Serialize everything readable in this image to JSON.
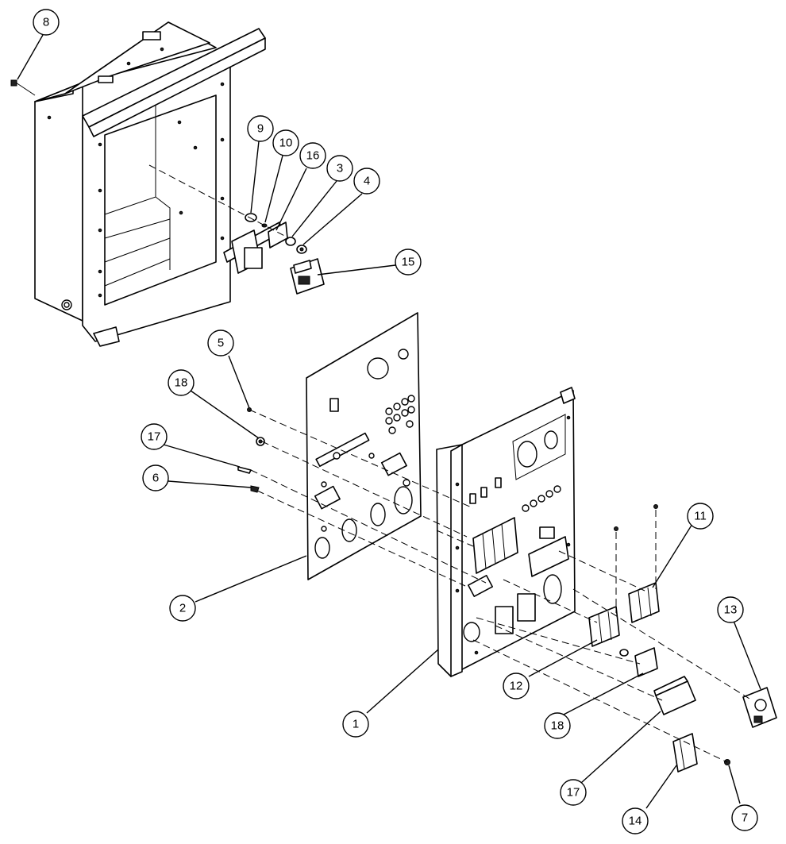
{
  "callouts": [
    {
      "id": "c8",
      "label": "8"
    },
    {
      "id": "c9",
      "label": "9"
    },
    {
      "id": "c10",
      "label": "10"
    },
    {
      "id": "c16",
      "label": "16"
    },
    {
      "id": "c3",
      "label": "3"
    },
    {
      "id": "c4",
      "label": "4"
    },
    {
      "id": "c15",
      "label": "15"
    },
    {
      "id": "c5",
      "label": "5"
    },
    {
      "id": "c18a",
      "label": "18"
    },
    {
      "id": "c17a",
      "label": "17"
    },
    {
      "id": "c6",
      "label": "6"
    },
    {
      "id": "c2",
      "label": "2"
    },
    {
      "id": "c11",
      "label": "11"
    },
    {
      "id": "c13",
      "label": "13"
    },
    {
      "id": "c12",
      "label": "12"
    },
    {
      "id": "c18b",
      "label": "18"
    },
    {
      "id": "c1",
      "label": "1"
    },
    {
      "id": "c17b",
      "label": "17"
    },
    {
      "id": "c14",
      "label": "14"
    },
    {
      "id": "c7",
      "label": "7"
    }
  ]
}
